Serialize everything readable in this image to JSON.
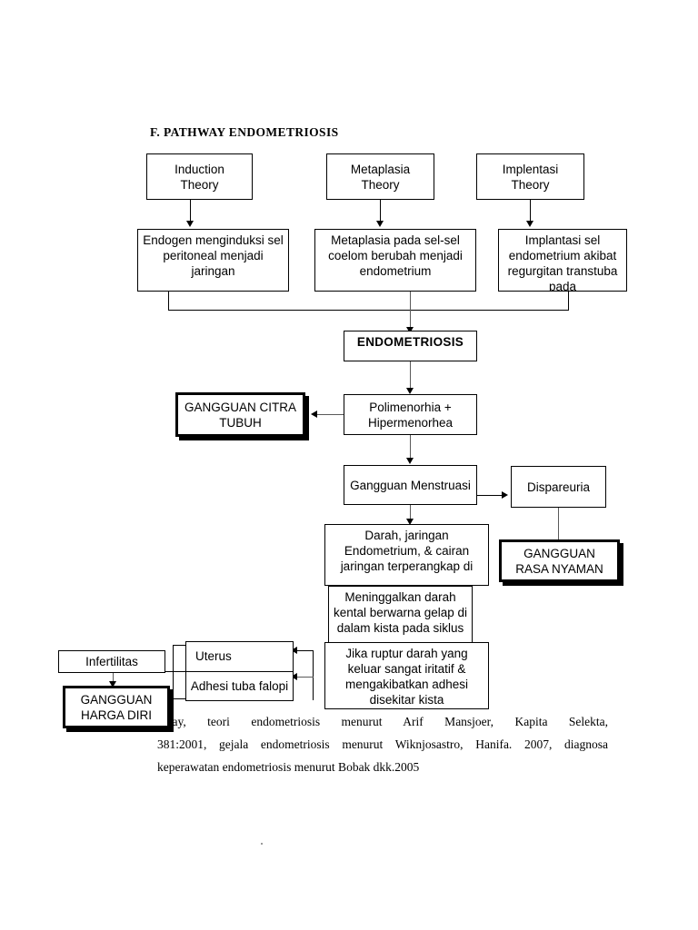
{
  "heading": "F.  PATHWAY ENDOMETRIOSIS",
  "theories": [
    {
      "id": "induction",
      "label": "Induction\nTheory"
    },
    {
      "id": "metaplasia",
      "label": "Metaplasia\nTheory"
    },
    {
      "id": "implentasi",
      "label": "Implentasi\nTheory"
    }
  ],
  "mechanisms": [
    {
      "id": "endogen",
      "label": "Endogen menginduksi sel peritoneal menjadi jaringan"
    },
    {
      "id": "metaplasia-coelom",
      "label": "Metaplasia pada sel-sel coelom berubah menjadi endometrium"
    },
    {
      "id": "implantasi",
      "label": "Implantasi sel endometrium akibat regurgitan transtuba pada"
    }
  ],
  "nodes": {
    "endometriosis": "ENDOMETRIOSIS",
    "polimenorhia": "Polimenorhia + Hipermenorhea",
    "citra_tubuh": "GANGGUAN CITRA TUBUH",
    "gangguan_menstruasi": "Gangguan Menstruasi",
    "dispareuria": "Dispareuria",
    "rasa_nyaman": "GANGGUAN RASA NYAMAN",
    "darah_jaringan": "Darah, jaringan Endometrium, & cairan jaringan terperangkap di",
    "meninggalkan": "Meninggalkan darah kental berwarna gelap di dalam kista pada siklus",
    "jika_ruptur": "Jika ruptur darah yang keluar sangat iritatif & mengakibatkan adhesi disekitar kista",
    "uterus": "Uterus",
    "adhesi_tuba": "Adhesi tuba falopi",
    "infertilitas": "Infertilitas",
    "harga_diri": "GANGGUAN HARGA DIRI"
  },
  "caption": {
    "line1": "hway,   teori   endometriosis   menurut   Arif   Mansjoer,   Kapita   Selekta,",
    "line2": "381:2001, gejala endometriosis menurut Wiknjosastro, Hanifa. 2007, diagnosa",
    "line3": "keperawatan endometriosis menurut Bobak dkk.2005"
  },
  "colors": {
    "ink": "#000000",
    "connector": "#5a5a5a",
    "page": "#ffffff"
  }
}
